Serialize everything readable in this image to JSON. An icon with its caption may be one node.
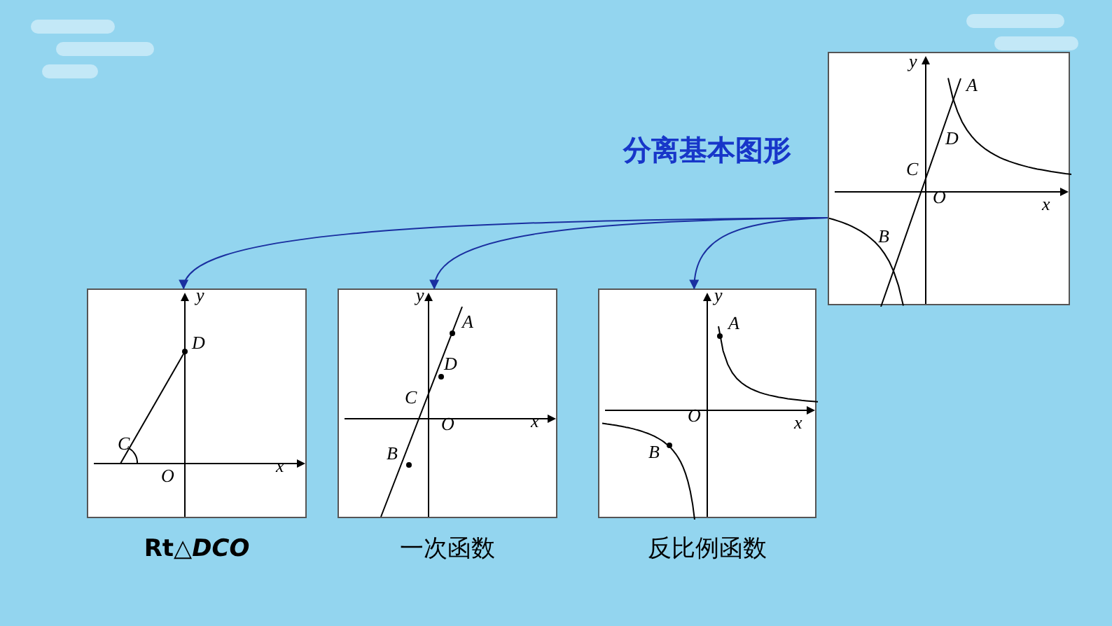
{
  "diagram": {
    "nodes": [
      {
        "text": [],
        "shape": "box"
      },
      {
        "text": [
          "Rt△*DCO*"
        ]
      },
      {
        "text": [
          "一次函数"
        ]
      },
      {
        "text": [
          "反比例函数"
        ]
      }
    ],
    "edges": [
      {
        "from": 0,
        "to": 1,
        "arrow": "to"
      },
      {
        "from": 0,
        "to": 2,
        "arrow": "to"
      },
      {
        "from": 0,
        "to": 3,
        "arrow": "to"
      }
    ],
    "labels": [
      "分离基本图形",
      "y",
      "A",
      "D",
      "C",
      "O",
      "x",
      "B",
      "y",
      "D",
      "C",
      "O",
      "x",
      "y",
      "A",
      "D",
      "C",
      "O",
      "x",
      "B",
      "y",
      "A",
      "O",
      "x",
      "B"
    ]
  }
}
